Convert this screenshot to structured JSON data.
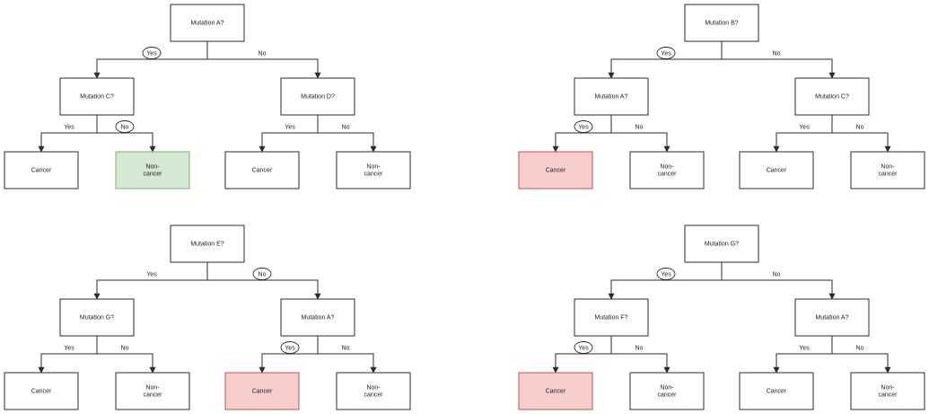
{
  "colors": {
    "line": "#2b2b2b",
    "highlight_green_fill": "#d5e8d4",
    "highlight_green_stroke": "#82b366",
    "highlight_red_fill": "#f8cecc",
    "highlight_red_stroke": "#b85450"
  },
  "trees": [
    {
      "root": "Mutation A?",
      "left_branch": {
        "label": "Yes",
        "circled": true
      },
      "right_branch": {
        "label": "No",
        "circled": false
      },
      "left": {
        "question": "Mutation C?",
        "yes": {
          "label": "Yes",
          "circled": false
        },
        "no": {
          "label": "No",
          "circled": true
        },
        "yes_leaf": {
          "label": "Cancer",
          "highlight": "none"
        },
        "no_leaf": {
          "label": "Non-\ncancer",
          "highlight": "green"
        }
      },
      "right": {
        "question": "Mutation D?",
        "yes": {
          "label": "Yes",
          "circled": false
        },
        "no": {
          "label": "No",
          "circled": false
        },
        "yes_leaf": {
          "label": "Cancer",
          "highlight": "none"
        },
        "no_leaf": {
          "label": "Non-\ncancer",
          "highlight": "none"
        }
      }
    },
    {
      "root": "Mutation B?",
      "left_branch": {
        "label": "Yes",
        "circled": true
      },
      "right_branch": {
        "label": "No",
        "circled": false
      },
      "left": {
        "question": "Mutation A?",
        "yes": {
          "label": "Yes",
          "circled": true
        },
        "no": {
          "label": "No",
          "circled": false
        },
        "yes_leaf": {
          "label": "Cancer",
          "highlight": "red"
        },
        "no_leaf": {
          "label": "Non-\ncancer",
          "highlight": "none"
        }
      },
      "right": {
        "question": "Mutation C?",
        "yes": {
          "label": "Yes",
          "circled": false
        },
        "no": {
          "label": "No",
          "circled": false
        },
        "yes_leaf": {
          "label": "Cancer",
          "highlight": "none"
        },
        "no_leaf": {
          "label": "Non-\ncancer",
          "highlight": "none"
        }
      }
    },
    {
      "root": "Mutation E?",
      "left_branch": {
        "label": "Yes",
        "circled": false
      },
      "right_branch": {
        "label": "No",
        "circled": true
      },
      "left": {
        "question": "Mutation G?",
        "yes": {
          "label": "Yes",
          "circled": false
        },
        "no": {
          "label": "No",
          "circled": false
        },
        "yes_leaf": {
          "label": "Cancer",
          "highlight": "none"
        },
        "no_leaf": {
          "label": "Non-\ncancer",
          "highlight": "none"
        }
      },
      "right": {
        "question": "Mutation A?",
        "yes": {
          "label": "Yes",
          "circled": true
        },
        "no": {
          "label": "No",
          "circled": false
        },
        "yes_leaf": {
          "label": "Cancer",
          "highlight": "red"
        },
        "no_leaf": {
          "label": "Non-\ncancer",
          "highlight": "none"
        }
      }
    },
    {
      "root": "Mutation G?",
      "left_branch": {
        "label": "Yes",
        "circled": true
      },
      "right_branch": {
        "label": "No",
        "circled": false
      },
      "left": {
        "question": "Mutation F?",
        "yes": {
          "label": "Yes",
          "circled": true
        },
        "no": {
          "label": "No",
          "circled": false
        },
        "yes_leaf": {
          "label": "Cancer",
          "highlight": "red"
        },
        "no_leaf": {
          "label": "Non-\ncancer",
          "highlight": "none"
        }
      },
      "right": {
        "question": "Mutation A?",
        "yes": {
          "label": "Yes",
          "circled": false
        },
        "no": {
          "label": "No",
          "circled": false
        },
        "yes_leaf": {
          "label": "Cancer",
          "highlight": "none"
        },
        "no_leaf": {
          "label": "Non-\ncancer",
          "highlight": "none"
        }
      }
    }
  ]
}
